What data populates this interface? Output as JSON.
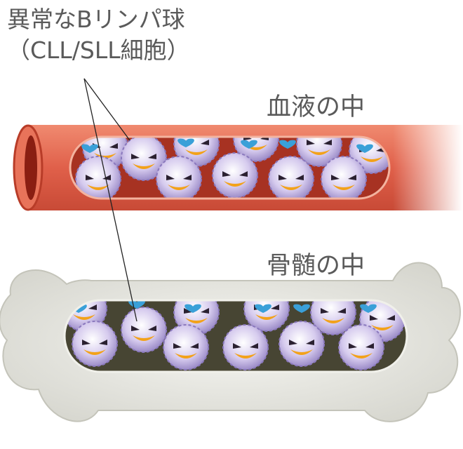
{
  "labels": {
    "cell_line1": "異常なBリンパ球",
    "cell_line2": "（CLL/SLL細胞）",
    "blood": "血液の中",
    "marrow": "骨髄の中"
  },
  "colors": {
    "vessel": "#e06a4e",
    "vessel_inner": "#c7432b",
    "bone": "#e6e6e0",
    "marrow_bg": "#4a4a3a",
    "cell": "#b9a8d8",
    "leaf": "#3aa0d8",
    "mouth": "#f2a21a"
  }
}
